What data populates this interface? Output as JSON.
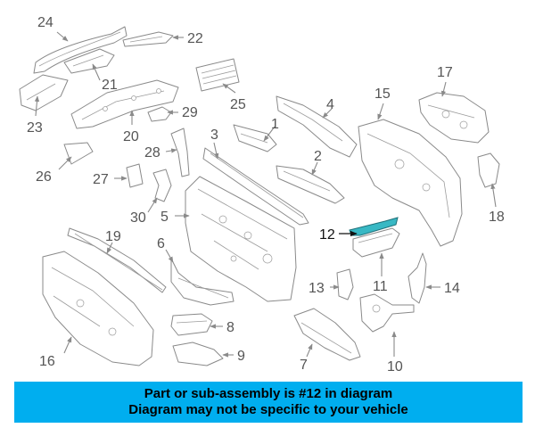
{
  "colors": {
    "banner_background": "#00aeef",
    "highlight_part": "#38b8c4",
    "outline": "#8a8a8a",
    "callout_text": "#555555"
  },
  "diagram": {
    "highlighted_part": "12",
    "callouts": [
      "1",
      "2",
      "3",
      "4",
      "5",
      "6",
      "7",
      "8",
      "9",
      "10",
      "11",
      "12",
      "13",
      "14",
      "15",
      "16",
      "17",
      "18",
      "19",
      "20",
      "21",
      "22",
      "23",
      "24",
      "25",
      "26",
      "27",
      "28",
      "29",
      "30"
    ]
  },
  "banner": {
    "line1": "Part or sub-assembly is #12 in diagram",
    "line2": "Diagram may not be specific to your vehicle"
  }
}
